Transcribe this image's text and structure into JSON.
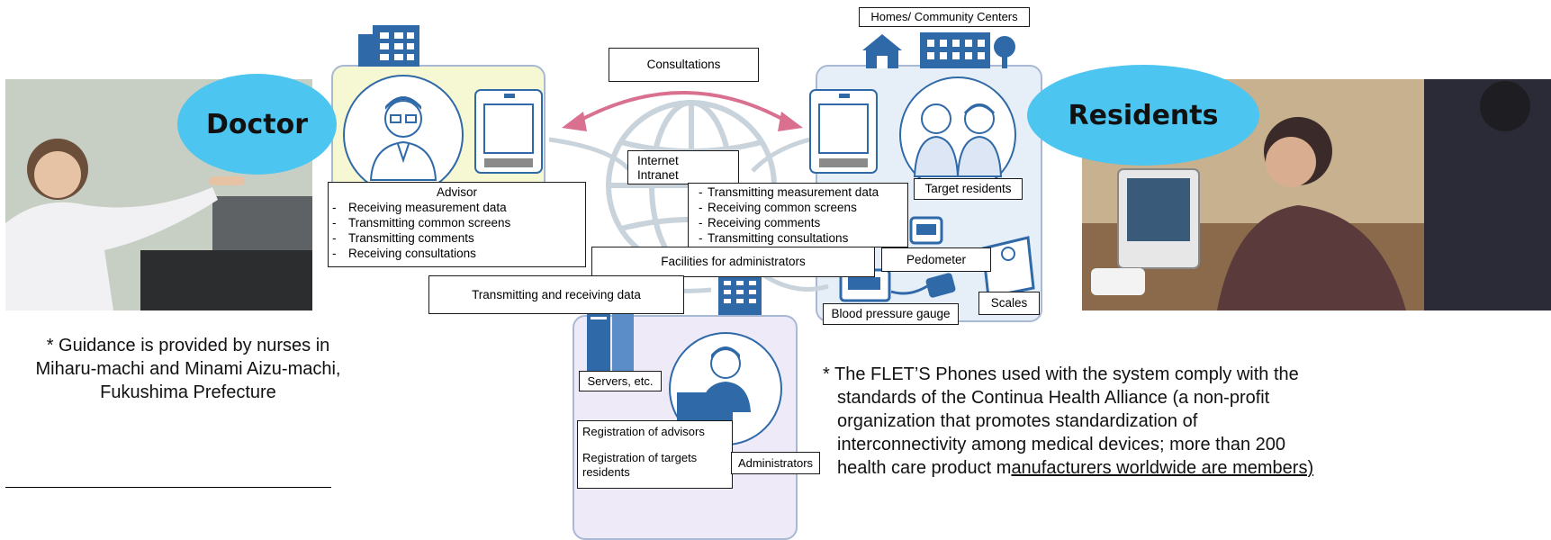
{
  "roles": {
    "doctor": "Doctor",
    "residents": "Residents"
  },
  "boxes": {
    "homes": "Homes/ Community Centers",
    "consultations": "Consultations",
    "internet": "Internet",
    "intranet": "Intranet",
    "target_residents": "Target residents",
    "pedometer": "Pedometer",
    "scales": "Scales",
    "blood_pressure": "Blood pressure gauge",
    "facilities": "Facilities for administrators",
    "transmitting_receiving": "Transmitting and receiving data",
    "servers": "Servers, etc.",
    "administrators": "Administrators",
    "reg_advisors": "Registration of advisors",
    "reg_targets": "Registration of targets residents"
  },
  "advisor": {
    "title": "Advisor",
    "items": [
      "Receiving measurement data",
      "Transmitting common screens",
      "Transmitting comments",
      "Receiving consultations"
    ]
  },
  "resident_functions": {
    "items": [
      "Transmitting measurement data",
      "Receiving common screens",
      "Receiving comments",
      "Transmitting consultations"
    ]
  },
  "notes": {
    "left_line1": "* Guidance is provided by nurses in",
    "left_line2": "Miharu-machi and Minami Aizu-machi,",
    "left_line3": "Fukushima Prefecture",
    "right_line1": "* The FLET’S Phones used with the system comply with the",
    "right_line2": "standards of the Continua Health Alliance (a non-profit",
    "right_line3": "organization that promotes standardization of",
    "right_line4": "interconnectivity among medical devices; more than 200",
    "right_line5_a": "health care product m",
    "right_line5_b": "anufacturers worldwide are members)"
  },
  "colors": {
    "doctor_panel": "#f5f8d2",
    "resident_panel": "#e6eef8",
    "admin_panel": "#eeeaf8",
    "ellipse": "#4cc6f0",
    "arrow": "#d9708f",
    "icon_blue": "#2f69a8",
    "panel_border": "#a9b8d3"
  }
}
